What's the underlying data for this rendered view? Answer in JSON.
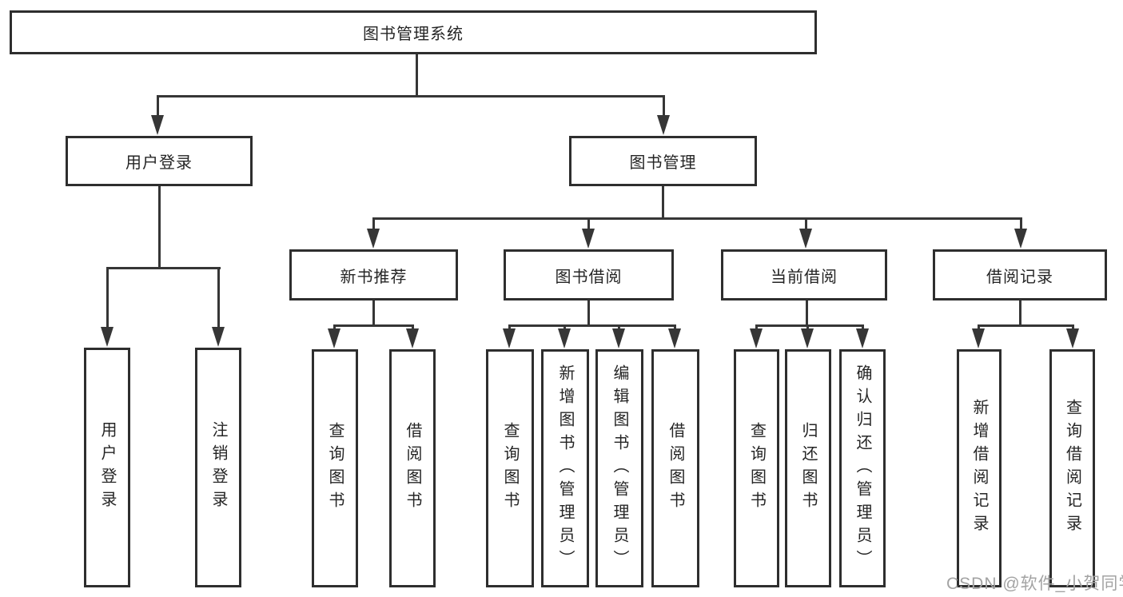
{
  "tree": {
    "root": "图书管理系统",
    "children": [
      {
        "label": "用户登录",
        "children": [
          "用户登录",
          "注销登录"
        ]
      },
      {
        "label": "图书管理",
        "children": [
          {
            "label": "新书推荐",
            "children": [
              "查询图书",
              "借阅图书"
            ]
          },
          {
            "label": "图书借阅",
            "children": [
              "查询图书",
              "新增图书（管理员）",
              "编辑图书（管理员）",
              "借阅图书"
            ]
          },
          {
            "label": "当前借阅",
            "children": [
              "查询图书",
              "归还图书",
              "确认归还（管理员）"
            ]
          },
          {
            "label": "借阅记录",
            "children": [
              "新增借阅记录",
              "查询借阅记录"
            ]
          }
        ]
      }
    ]
  },
  "watermark": {
    "text": "CSDN @软件_小贺同学"
  },
  "colors": {
    "line": "#363636",
    "border": "#2e2e2e",
    "text": "#252525",
    "watermark": "#a3a3a3",
    "background": "#ffffff"
  }
}
